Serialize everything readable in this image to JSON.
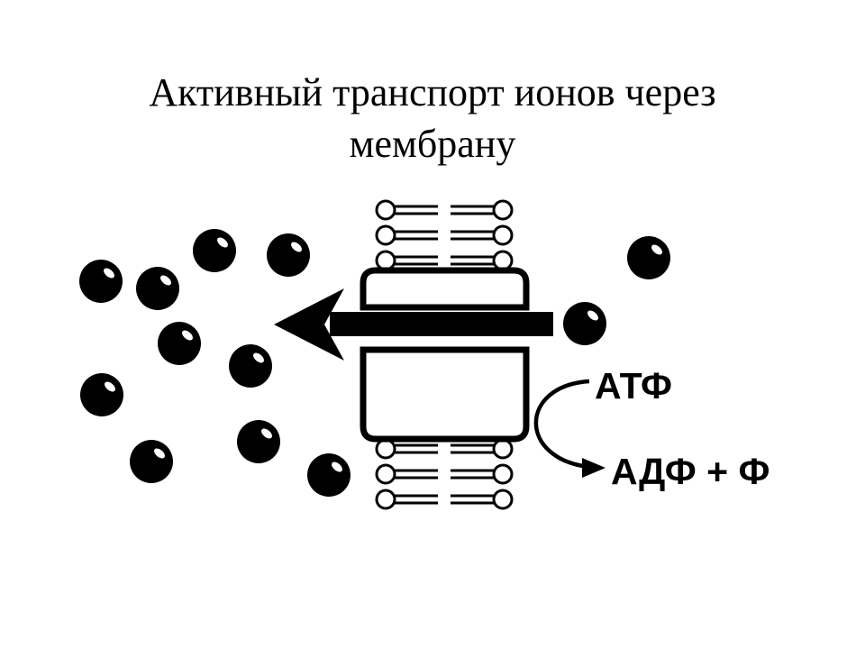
{
  "title": {
    "line1": "Активный транспорт ионов через",
    "line2": "мембрану"
  },
  "labels": {
    "atp": "АТФ",
    "products": "АДФ + Ф"
  },
  "colors": {
    "ink": "#000000",
    "background": "#ffffff"
  },
  "icons": [
    "ion-icon",
    "phospholipid-icon",
    "transport-arrow-icon",
    "curved-arrow-icon"
  ]
}
